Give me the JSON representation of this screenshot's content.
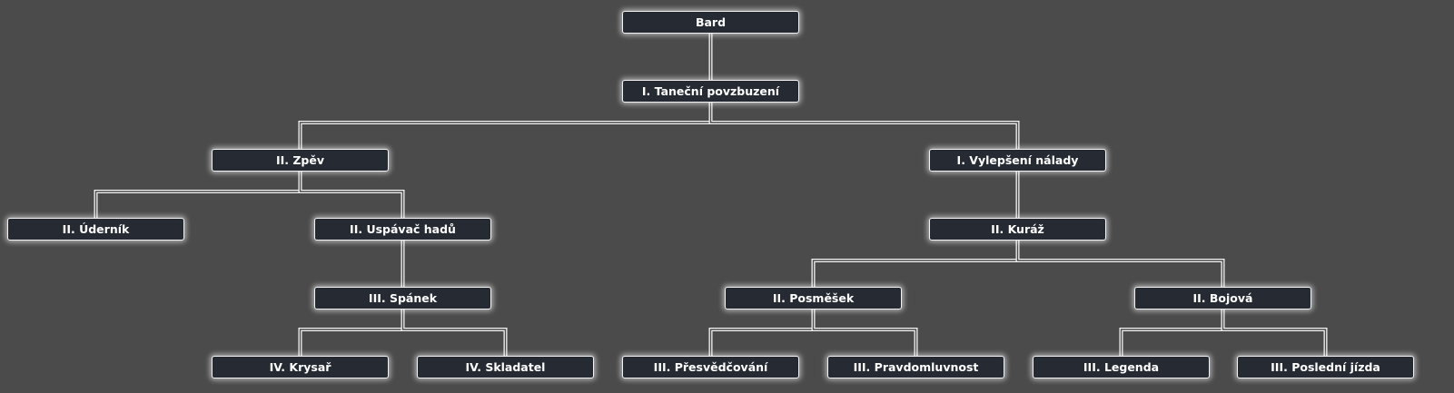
{
  "tree": {
    "id": "bard",
    "label": "Bard",
    "children": [
      {
        "id": "tanecni",
        "label": "I. Taneční povzbuzení",
        "children": [
          {
            "id": "zpev",
            "label": "II. Zpěv",
            "children": [
              {
                "id": "udernik",
                "label": "II. Úderník",
                "children": []
              },
              {
                "id": "uspavac",
                "label": "II. Uspávač hadů",
                "children": [
                  {
                    "id": "spanek",
                    "label": "III. Spánek",
                    "children": [
                      {
                        "id": "krysar",
                        "label": "IV. Krysař",
                        "children": []
                      },
                      {
                        "id": "skladatel",
                        "label": "IV. Skladatel",
                        "children": []
                      }
                    ]
                  }
                ]
              }
            ]
          },
          {
            "id": "vylepseni",
            "label": "I. Vylepšení nálady",
            "children": [
              {
                "id": "kuraz",
                "label": "II. Kuráž",
                "children": [
                  {
                    "id": "posmesek",
                    "label": "II. Posměšek",
                    "children": [
                      {
                        "id": "presvedcovani",
                        "label": "III. Přesvědčování",
                        "children": []
                      },
                      {
                        "id": "pravdomluvnost",
                        "label": "III. Pravdomluvnost",
                        "children": []
                      }
                    ]
                  },
                  {
                    "id": "bojova",
                    "label": "II. Bojová",
                    "children": [
                      {
                        "id": "legenda",
                        "label": "III. Legenda",
                        "children": []
                      },
                      {
                        "id": "posledni",
                        "label": "III. Poslední jízda",
                        "children": []
                      }
                    ]
                  }
                ]
              }
            ]
          }
        ]
      }
    ]
  }
}
